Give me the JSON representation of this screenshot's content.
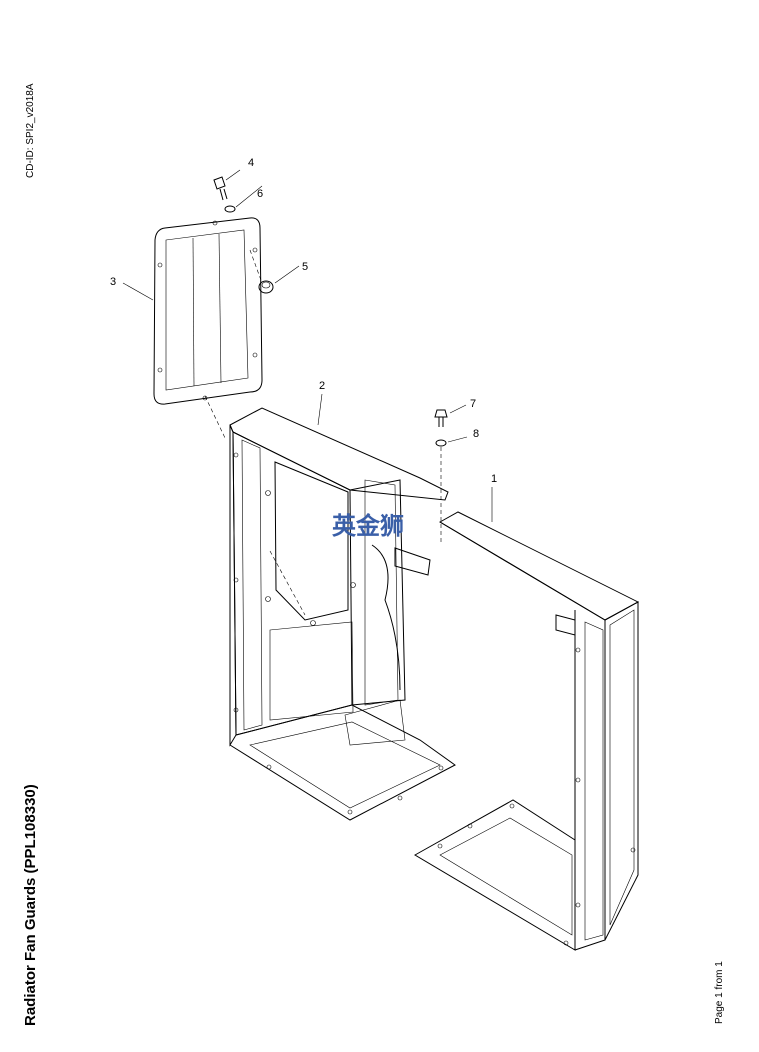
{
  "document": {
    "cd_id": "CD-ID: SPI2_v2018A",
    "title": "Radiator Fan Guards (PPL108330)",
    "page": "Page 1 from 1"
  },
  "callouts": [
    "1",
    "2",
    "3",
    "4",
    "5",
    "6",
    "7",
    "8"
  ],
  "watermark": "英金狮"
}
